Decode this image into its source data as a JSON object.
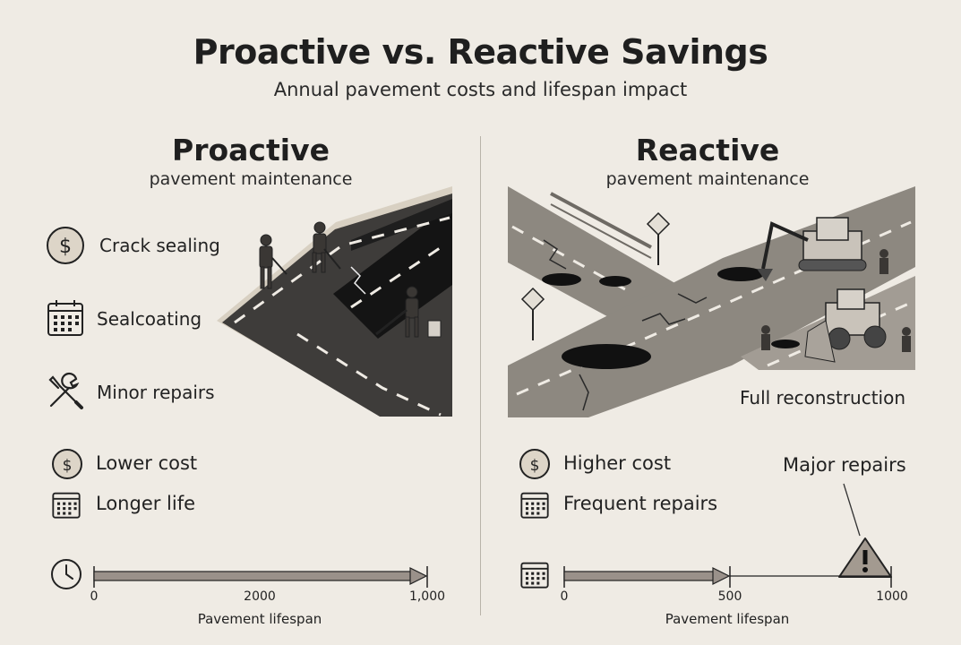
{
  "header": {
    "title": "Proactive vs. Reactive Savings",
    "subtitle": "Annual pavement costs and lifespan impact"
  },
  "proactive": {
    "heading": "Proactive",
    "subheading": "pavement maintenance",
    "treatments": [
      {
        "label": "Crack sealing",
        "icon": "dollar-coin-icon"
      },
      {
        "label": "Sealcoating",
        "icon": "calendar-icon"
      },
      {
        "label": "Minor repairs",
        "icon": "wrench-screwdriver-icon"
      }
    ],
    "outcomes": [
      {
        "label": "Lower cost",
        "icon": "dollar-coin-icon"
      },
      {
        "label": "Longer life",
        "icon": "calendar-icon"
      }
    ],
    "timeline": {
      "icon": "clock-icon",
      "ticks": [
        "0",
        "2000",
        "1,000"
      ],
      "caption": "Pavement lifespan"
    }
  },
  "reactive": {
    "heading": "Reactive",
    "subheading": "pavement maintenance",
    "illustration_caption": "Full reconstruction",
    "outcomes": [
      {
        "label": "Higher cost",
        "icon": "dollar-coin-icon"
      },
      {
        "label": "Frequent repairs",
        "icon": "calendar-icon"
      }
    ],
    "timeline": {
      "icon": "calendar-icon",
      "ticks": [
        "0",
        "500",
        "1000"
      ],
      "caption": "Pavement lifespan",
      "callout": "Major repairs",
      "callout_icon": "warning-triangle-icon"
    }
  },
  "colors": {
    "background": "#efebe4",
    "asphalt_fresh": "#1c1c1c",
    "asphalt_worn": "#8d8880",
    "bar_fill": "#9a918a",
    "ink": "#1f1f1f"
  }
}
